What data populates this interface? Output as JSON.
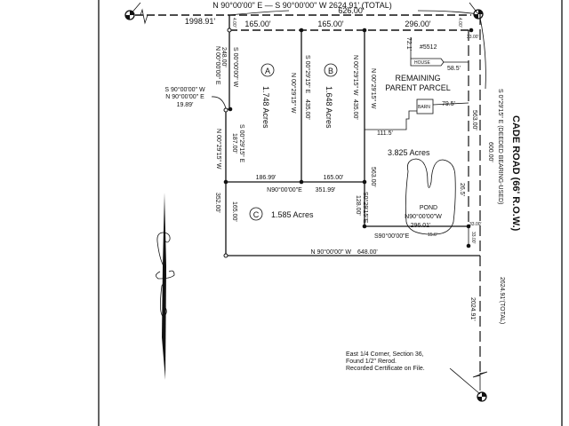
{
  "survey": {
    "top_bearing": "N 90°00'00\" E  —  S 90°00'00\" W   2624.91' (TOTAL)",
    "top_west_dist": "1998.91'",
    "top_total": "626.00'",
    "top_seg_a": "165.00'",
    "top_seg_b": "165.00'",
    "top_seg_c": "296.00'",
    "row_west": "4.00'",
    "row_east": "4.00'",
    "row_corner": "33.00'",
    "lot_a": {
      "label": "A",
      "acres": "1.748 Acres",
      "west_bearing_in": "S 00°00'00\" W",
      "west_bearing_out": "N 00°00'00\" E",
      "west_dist": "248.00'",
      "jog_bearing_1": "S 90°00'00\" W",
      "jog_bearing_2": "N 90°00'00\" E",
      "jog_dist": "19.89'",
      "lower_bearing_in": "S 00°29'15\" E",
      "lower_dist": "187.00'",
      "lower_bearing_out": "N 00°29'15\" W",
      "south_dist": "186.99'"
    },
    "lot_b": {
      "label": "B",
      "acres": "1.648 Acres",
      "west_bearing_1": "S 00°29'15\" E",
      "west_bearing_2": "N 00°29'15\" W",
      "west_dist": "435.00'",
      "east_bearing": "N 00°29'15\" W",
      "east_dist": "435.00'",
      "south_dist": "165.00'"
    },
    "lot_c": {
      "label": "C",
      "acres": "1.585 Acres",
      "north_bearing": "N90°00'00\"E",
      "north_dist": "351.99'",
      "west_dist_outer": "352.00'",
      "west_dist": "165.00'",
      "east_bearing": "S0°29'15\"E",
      "east_dist": "128.00'",
      "south_bearing": "N 90°00'00\" W",
      "south_dist": "648.00'"
    },
    "parent": {
      "title_1": "REMAINING",
      "title_2": "PARENT PARCEL",
      "acres": "3.825 Acres",
      "address": "#5512",
      "house": "HOUSE",
      "barn": "BARN",
      "pond": "POND",
      "house_setback": "58.5'",
      "house_north": "72.1'",
      "barn_setback": "79.5'",
      "barn_west": "111.5'",
      "west_bearing": "N 00°29'15\" W",
      "west_dist": "563.00'",
      "east_dist": "563.00'",
      "pond_setback": "26.5'",
      "south_bearing_1": "N90°00'00\"W",
      "south_dist": "296.01'",
      "south_bearing_2": "S90°00'00\"E",
      "pond_dist": "15.6'",
      "se_row_1": "33.00'",
      "se_row_2": "33.00'"
    },
    "road": {
      "name": "CADE ROAD (66' R.O.W.)",
      "bearing": "S 0°29'15\" E (DEEDED BEARING-USED)",
      "dist": "600.00'",
      "total": "2624.91'(TOTAL)",
      "south_dist": "2024.91'"
    },
    "note": {
      "line1": "East 1/4 Corner, Section 36,",
      "line2": "Found 1/2\" Rerod.",
      "line3": "Recorded Certificate on File."
    }
  }
}
